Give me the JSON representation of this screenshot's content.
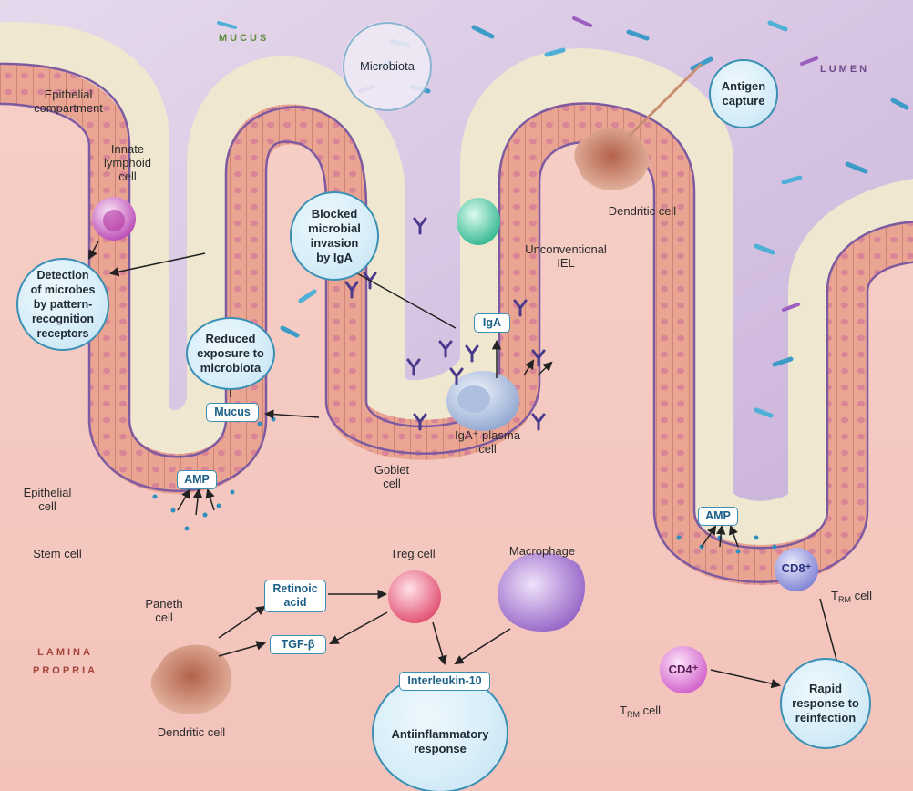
{
  "zones": {
    "mucus": "MUCUS",
    "lumen": "LUMEN",
    "lamina_propria": "LAMINA\nPROPRIA"
  },
  "labels": {
    "epithelial_compartment": "Epithelial\ncompartment",
    "innate_lymphoid_cell": "Innate\nlymphoid\ncell",
    "dendritic_cell_top": "Dendritic cell",
    "unconventional_iel": "Unconventional\nIEL",
    "iga_plasma_cell": "IgA⁺ plasma\ncell",
    "goblet_cell": "Goblet\ncell",
    "epithelial_cell": "Epithelial\ncell",
    "stem_cell": "Stem cell",
    "paneth_cell": "Paneth\ncell",
    "treg_cell": "Treg cell",
    "macrophage": "Macrophage",
    "dendritic_cell_bottom": "Dendritic cell",
    "trm_cell_right_main": "T",
    "trm_cell_right_sub": "RM",
    "trm_cell_right_tail": " cell",
    "trm_cell_bottom_main": "T",
    "trm_cell_bottom_sub": "RM",
    "trm_cell_bottom_tail": " cell",
    "cd8": "CD8⁺",
    "cd4": "CD4⁺"
  },
  "circles": {
    "microbiota": "Microbiota",
    "antigen_capture": "Antigen\ncapture",
    "blocked_invasion": "Blocked\nmicrobial\ninvasion\nby IgA",
    "detection": "Detection\nof microbes\nby pattern-\nrecognition\nreceptors",
    "reduced_exposure": "Reduced\nexposure to\nmicrobiota",
    "antiinflammatory": "Antiinflammatory\nresponse",
    "rapid_response": "Rapid\nresponse to\nreinfection"
  },
  "boxes": {
    "iga": "IgA",
    "mucus": "Mucus",
    "amp_left": "AMP",
    "amp_right": "AMP",
    "retinoic_acid": "Retinoic\nacid",
    "tgf_beta": "TGF-β",
    "interleukin_10": "Interleukin-10"
  },
  "colors": {
    "lumen": "#cdb6dc",
    "mucus": "#efe7cf",
    "lamina_propria": "#f4c4bd",
    "epithelium": "#e7a08e",
    "membrane": "#7e5aa0",
    "accent": "#3a8fb5",
    "lamina_text": "#a4443a",
    "lumen_text": "#6a4c8c",
    "mucus_text": "#5e8c3a"
  }
}
